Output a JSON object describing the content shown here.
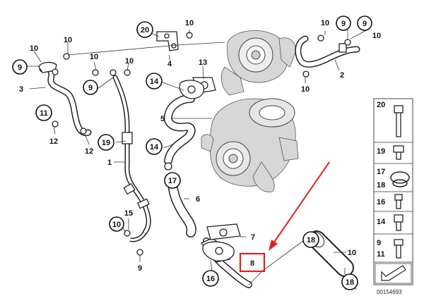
{
  "callouts": [
    {
      "id": "c20",
      "label": "20"
    },
    {
      "id": "c10a",
      "label": "10"
    },
    {
      "id": "c10b",
      "label": "10"
    },
    {
      "id": "c9a",
      "label": "9"
    },
    {
      "id": "c9b",
      "label": "9"
    },
    {
      "id": "c10c",
      "label": "10"
    },
    {
      "id": "c10d",
      "label": "10"
    },
    {
      "id": "c9c",
      "label": "9"
    },
    {
      "id": "c3",
      "label": "3"
    },
    {
      "id": "c11",
      "label": "11"
    },
    {
      "id": "c12a",
      "label": "12"
    },
    {
      "id": "c12b",
      "label": "12"
    },
    {
      "id": "c19",
      "label": "19"
    },
    {
      "id": "c1",
      "label": "1"
    },
    {
      "id": "c4",
      "label": "4"
    },
    {
      "id": "c13",
      "label": "13"
    },
    {
      "id": "c14a",
      "label": "14"
    },
    {
      "id": "c9d",
      "label": "9"
    },
    {
      "id": "c10e",
      "label": "10"
    },
    {
      "id": "c5",
      "label": "5"
    },
    {
      "id": "c14b",
      "label": "14"
    },
    {
      "id": "c17",
      "label": "17"
    },
    {
      "id": "c6",
      "label": "6"
    },
    {
      "id": "c2",
      "label": "2"
    },
    {
      "id": "c10f",
      "label": "10"
    },
    {
      "id": "c10g",
      "label": "10"
    },
    {
      "id": "c9e",
      "label": "9"
    },
    {
      "id": "c10h",
      "label": "10"
    },
    {
      "id": "c10i",
      "label": "10"
    },
    {
      "id": "c15",
      "label": "15"
    },
    {
      "id": "c7",
      "label": "7"
    },
    {
      "id": "c16",
      "label": "16"
    },
    {
      "id": "c18a",
      "label": "18"
    },
    {
      "id": "c8",
      "label": "8"
    },
    {
      "id": "c18b",
      "label": "18"
    },
    {
      "id": "c10j",
      "label": "10"
    }
  ],
  "legend": [
    {
      "label": "20"
    },
    {
      "label": "19"
    },
    {
      "label": "17"
    },
    {
      "label": "18"
    },
    {
      "label": "16"
    },
    {
      "label": "14"
    },
    {
      "label": "9"
    },
    {
      "label": "11"
    }
  ],
  "diagram_number": "00154693",
  "highlight_color": "#e02020"
}
